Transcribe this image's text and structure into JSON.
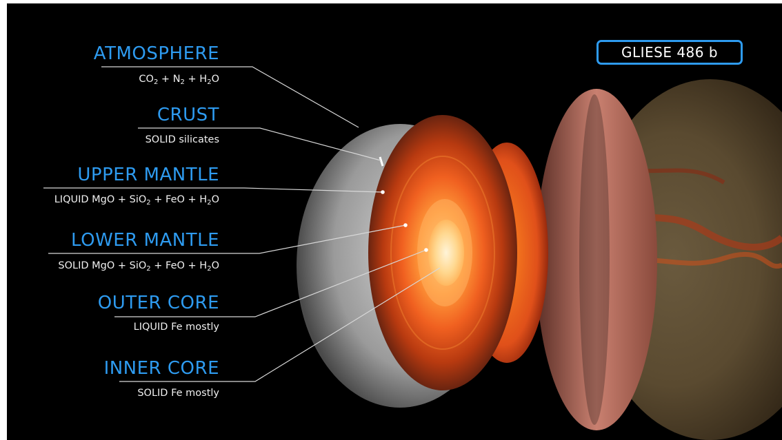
{
  "planet_name": "GLIESE 486 b",
  "layers": [
    {
      "title": "ATMOSPHERE",
      "comp": "CO2 + N2 + H2O"
    },
    {
      "title": "CRUST",
      "comp": "SOLID silicates"
    },
    {
      "title": "UPPER MANTLE",
      "comp": "LIQUID MgO + SiO2 + FeO + H2O"
    },
    {
      "title": "LOWER MANTLE",
      "comp": "SOLID MgO + SiO2 + FeO + H2O"
    },
    {
      "title": "OUTER CORE",
      "comp": "LIQUID Fe mostly"
    },
    {
      "title": "INNER CORE",
      "comp": "SOLID Fe mostly"
    }
  ],
  "colors": {
    "accent": "#2e9bf0",
    "background": "#000000",
    "text": "#f0f0f0"
  }
}
